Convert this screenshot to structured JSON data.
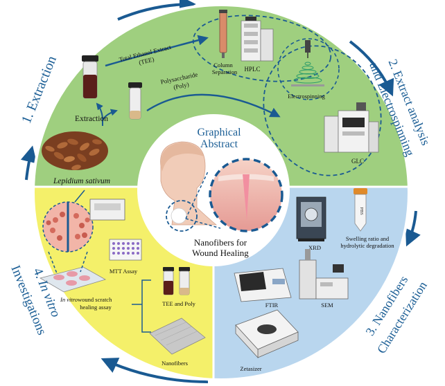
{
  "colors": {
    "extraction_quadrant": "#9fcf7f",
    "analysis_quadrant": "#9fcf7f",
    "characterization_quadrant": "#b9d6ee",
    "invitro_quadrant": "#f4f06a",
    "title_text": "#1b5e95",
    "arrow": "#1a5a92",
    "ring": "#ffffff"
  },
  "sections": {
    "extraction": {
      "title": "1. Extraction"
    },
    "analysis": {
      "title_line1": "2. Extract analysis",
      "title_line2": "and Electrospinning"
    },
    "characterization": {
      "title_line1": "3. Nanofibers",
      "title_line2": "Characterization"
    },
    "invitro": {
      "title_line1_a": "4. ",
      "title_line1_b": "In vitro",
      "title_line2": "Investigations"
    }
  },
  "center": {
    "title_line1": "Graphical",
    "title_line2": "Abstract",
    "subtitle_line1": "Nanofibers for",
    "subtitle_line2": "Wound Healing"
  },
  "labels": {
    "extraction": "Extraction",
    "lepidium": "Lepidium sativum",
    "tee_line1": "Total Ethanol Extract",
    "tee_line2": "(TEE)",
    "poly_line1": "Polysaccharide",
    "poly_line2": "(Poly)",
    "column_line1": "Column",
    "column_line2": "Separation",
    "hplc": "HPLC",
    "electrospinning": "Electrospinning",
    "glc": "GLC",
    "xrd": "XRD",
    "pbs": "PBS",
    "swelling_line1": "Swelling ratio and",
    "swelling_line2": "hydrolytic degradation",
    "ftir": "FTIR",
    "sem": "SEM",
    "zetasizer": "Zetasizer",
    "mtt": "MTT Assay",
    "scratch_line1_a": "In vitro",
    "scratch_line1_b": " wound scratch",
    "scratch_line2": "healing assay",
    "tee_poly": "TEE and Poly",
    "nanofibers": "Nanofibers"
  },
  "icons": [
    "vial-icon",
    "seeds-icon",
    "column-icon",
    "hplc-icon",
    "electrospinning-icon",
    "glc-icon",
    "xrd-icon",
    "pbs-tube-icon",
    "ftir-icon",
    "sem-icon",
    "zetasizer-icon",
    "well-plate-icon",
    "reader-icon",
    "petri-dish-icon",
    "nanofiber-mat-icon",
    "head-icon",
    "skin-icon"
  ]
}
